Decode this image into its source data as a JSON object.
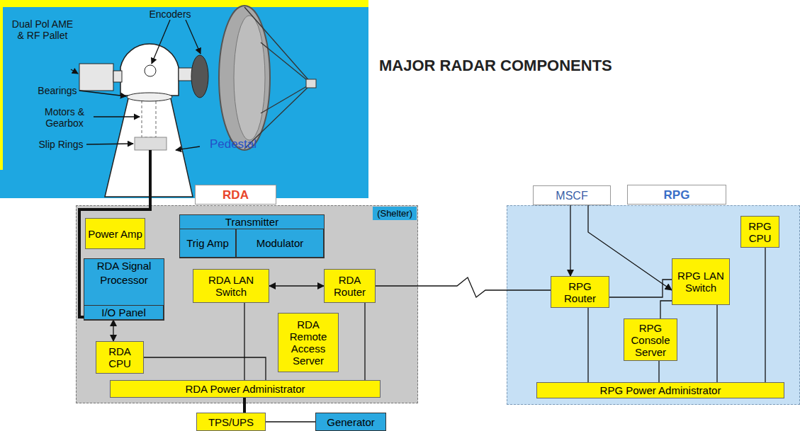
{
  "diagram": {
    "title": "MAJOR RADAR COMPONENTS",
    "nodes": [
      {
        "text": [
          "RDA",
          "(Shelter)"
        ]
      },
      {
        "text": [
          "Transmitter"
        ],
        "in": 0
      },
      {
        "text": [
          "Trig Amp"
        ],
        "in": 1
      },
      {
        "text": [
          "Modulator"
        ],
        "in": 1
      },
      {
        "text": [
          "Power Amp"
        ],
        "in": 0
      },
      {
        "text": [
          "RDA Signal Processor"
        ],
        "in": 0
      },
      {
        "text": [
          "I/O Panel"
        ],
        "in": 5
      },
      {
        "text": [
          "RDA LAN Switch"
        ],
        "in": 0
      },
      {
        "text": [
          "RDA Router"
        ],
        "in": 0
      },
      {
        "text": [
          "RDA Remote Access Server"
        ],
        "in": 0
      },
      {
        "text": [
          "RDA CPU"
        ],
        "in": 0
      },
      {
        "text": [
          "RDA Power Administrator"
        ],
        "in": 0
      },
      {
        "text": [
          "MSCF"
        ]
      },
      {
        "text": [
          "RPG"
        ]
      },
      {
        "text": [
          "RPG CPU"
        ],
        "in": 13
      },
      {
        "text": [
          "RPG LAN Switch"
        ],
        "in": 13
      },
      {
        "text": [
          "RPG Router"
        ],
        "in": 13
      },
      {
        "text": [
          "RPG Console Server"
        ],
        "in": 13
      },
      {
        "text": [
          "RPG Power Administrator"
        ],
        "in": 13
      },
      {
        "text": [
          "TPS/UPS"
        ]
      },
      {
        "text": [
          "Generator"
        ]
      }
    ],
    "edges": [
      {
        "from": 7,
        "to": 8,
        "arrow": "both"
      },
      {
        "from": 6,
        "to": 10,
        "arrow": "both"
      },
      {
        "from": 7,
        "to": 11,
        "arrow": "none"
      },
      {
        "from": 8,
        "to": 11,
        "arrow": "none"
      },
      {
        "from": 10,
        "to": 11,
        "arrow": "none"
      },
      {
        "from": 8,
        "to": 16,
        "arrow": "none"
      },
      {
        "from": 12,
        "to": 16,
        "arrow": "to"
      },
      {
        "from": 12,
        "to": 15,
        "arrow": "to"
      },
      {
        "from": 16,
        "to": 15,
        "arrow": "none"
      },
      {
        "from": 15,
        "to": 17,
        "arrow": "none"
      },
      {
        "from": 16,
        "to": 18,
        "arrow": "none"
      },
      {
        "from": 17,
        "to": 18,
        "arrow": "none"
      },
      {
        "from": 15,
        "to": 18,
        "arrow": "none"
      },
      {
        "from": 14,
        "to": 18,
        "arrow": "none"
      },
      {
        "from": 11,
        "to": 19,
        "arrow": "none"
      },
      {
        "from": 19,
        "to": 20,
        "arrow": "none"
      }
    ],
    "labels": [
      "Dual Pol AME & RF Pallet",
      "Encoders",
      "Bearings",
      "Motors & Gearbox",
      "Slip Rings",
      "Pedestal"
    ]
  }
}
